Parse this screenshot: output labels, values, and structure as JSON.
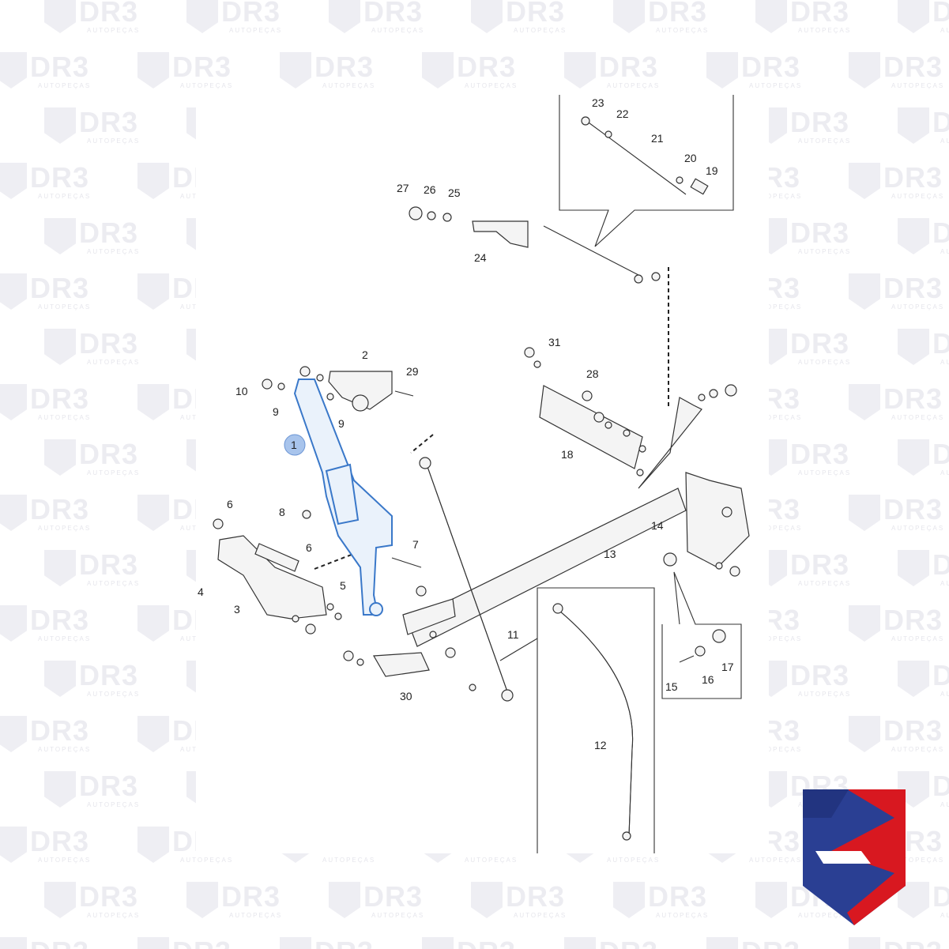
{
  "watermark": {
    "text": "DR3",
    "subtext": "AUTOPEÇAS"
  },
  "labels": [
    "1",
    "2",
    "3",
    "4",
    "5",
    "6",
    "6",
    "7",
    "8",
    "9",
    "9",
    "10",
    "11",
    "12",
    "13",
    "14",
    "15",
    "16",
    "17",
    "18",
    "19",
    "20",
    "21",
    "22",
    "23",
    "24",
    "25",
    "26",
    "27",
    "28",
    "29",
    "30",
    "31"
  ],
  "callouts": {
    "p1": "1",
    "p2": "2",
    "p3": "3",
    "p4": "4",
    "p5": "5",
    "p6a": "6",
    "p6b": "6",
    "p7": "7",
    "p8": "8",
    "p9a": "9",
    "p9b": "9",
    "p10": "10",
    "p11": "11",
    "p12": "12",
    "p13": "13",
    "p14": "14",
    "p15": "15",
    "p16": "16",
    "p17": "17",
    "p18": "18",
    "p19": "19",
    "p20": "20",
    "p21": "21",
    "p22": "22",
    "p23": "23",
    "p24": "24",
    "p25": "25",
    "p26": "26",
    "p27": "27",
    "p28": "28",
    "p29": "29",
    "p30": "30",
    "p31": "31"
  },
  "colors": {
    "highlight": "#3a78c9",
    "line": "#333333",
    "logo_blue": "#2a3f93",
    "logo_red": "#d81820"
  }
}
